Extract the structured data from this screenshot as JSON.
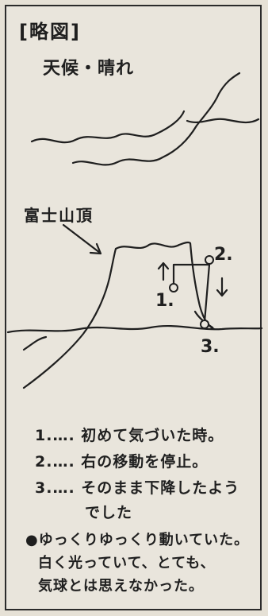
{
  "sketch": {
    "title": "[略図]",
    "weather": "天候・晴れ",
    "peak_label": "富士山頂",
    "markers": [
      "1.",
      "2.",
      "3."
    ]
  },
  "legend": {
    "item1": "1.…. 初めて気づいた時。",
    "item2": "2.…. 右の移動を停止。",
    "item3": "3.…. そのまま下降したよう",
    "item3_cont": "でした"
  },
  "note": {
    "line1": "●ゆっくりゆっくり動いていた。",
    "line2": "白く光っていて、とても、",
    "line3": "気球とは思えなかった。"
  }
}
